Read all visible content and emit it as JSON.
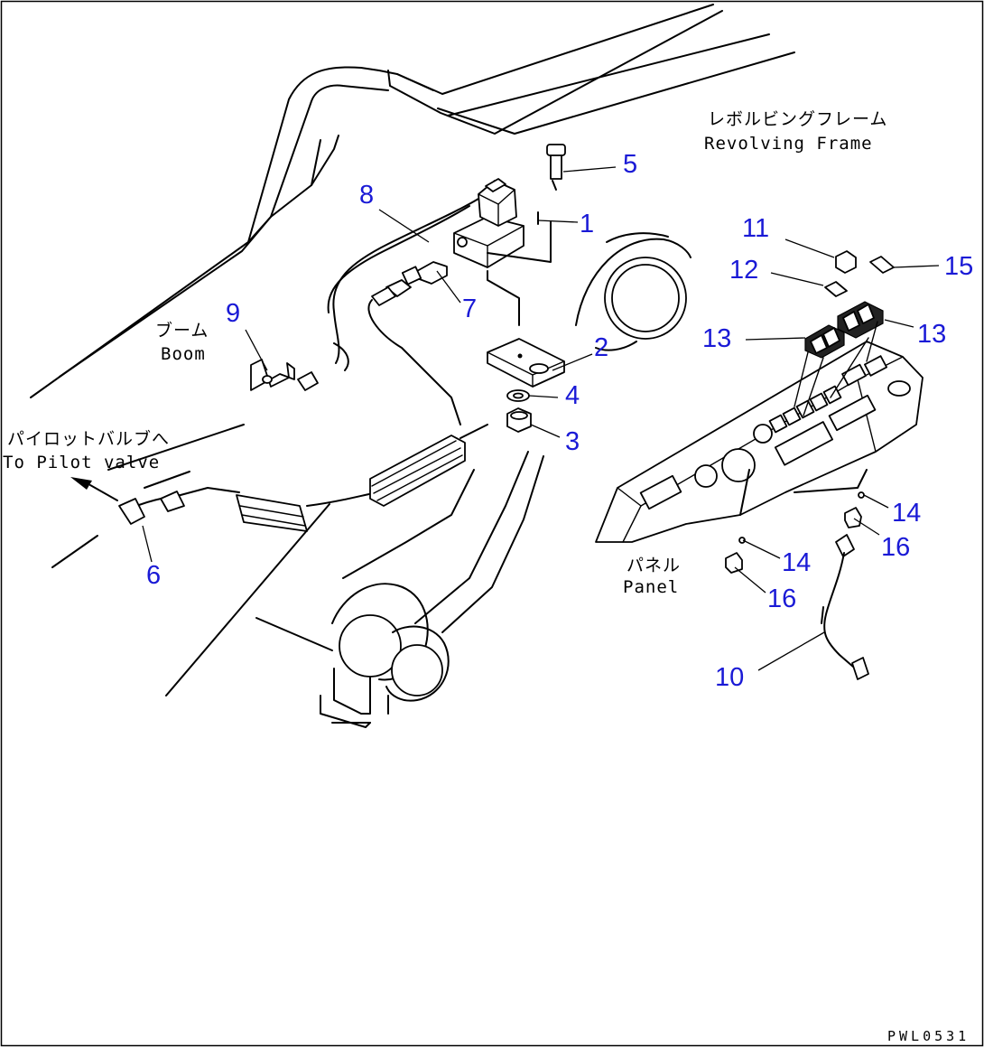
{
  "labels": {
    "boom_jp": "ブーム",
    "boom_en": "Boom",
    "frame_jp": "レボルビングフレーム",
    "frame_en": "Revolving Frame",
    "pilot_jp": "パイロットバルブへ",
    "pilot_en": "To Pilot valve",
    "panel_jp": "パネル",
    "panel_en": "Panel"
  },
  "callouts": {
    "c1": "1",
    "c2": "2",
    "c3": "3",
    "c4": "4",
    "c5": "5",
    "c6": "6",
    "c7": "7",
    "c8": "8",
    "c9": "9",
    "c10": "10",
    "c11": "11",
    "c12": "12",
    "c13a": "13",
    "c13b": "13",
    "c14a": "14",
    "c14b": "14",
    "c15": "15",
    "c16a": "16",
    "c16b": "16"
  },
  "drawing_code": "PWL0531"
}
